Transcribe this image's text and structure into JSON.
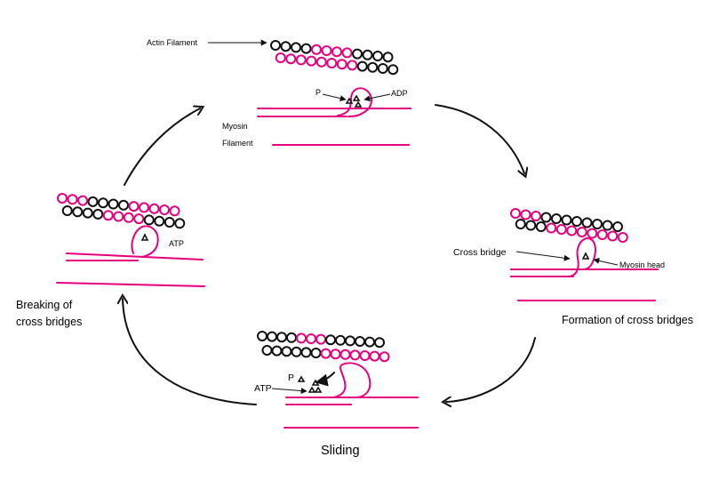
{
  "stages": {
    "top": {
      "actin_label": "Actin Filament",
      "myosin_label_line1": "Myosin",
      "myosin_label_line2": "Filament",
      "p_label": "P",
      "adp_label": "ADP"
    },
    "right": {
      "cross_bridge_label": "Cross bridge",
      "myosin_head_label": "Myosin head",
      "stage_label": "Formation of cross bridges"
    },
    "bottom": {
      "atp_label": "ATP",
      "p_label": "P",
      "stage_label": "Sliding"
    },
    "left": {
      "atp_label": "ATP",
      "stage_label_line1": "Breaking of",
      "stage_label_line2": "cross bridges"
    }
  },
  "colors": {
    "myosin": "#e6007e",
    "actin_pink": "#e6007e",
    "actin_black": "#111111",
    "arrow": "#111111"
  }
}
